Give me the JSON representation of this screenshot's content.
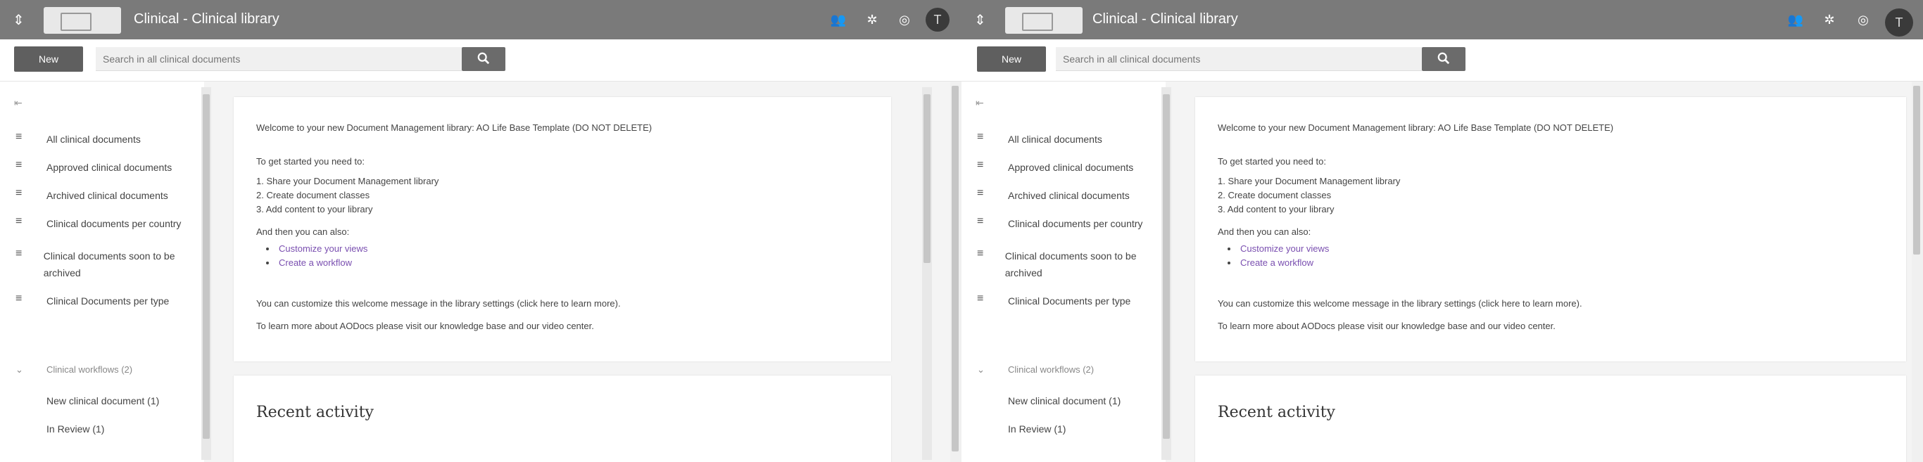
{
  "app": {
    "title": "Clinical - Clinical library",
    "icons": [
      "community-icon",
      "settings-icon",
      "help-icon",
      "user-avatar-icon",
      "upload-icon"
    ],
    "avatar_initial": "T"
  },
  "search": {
    "new_label": "New",
    "placeholder": "Search in all clinical documents"
  },
  "sidebar": {
    "items": [
      {
        "label": "All clinical documents",
        "icon": "list-icon"
      },
      {
        "label": "Approved clinical documents",
        "icon": "list-icon"
      },
      {
        "label": "Archived clinical documents",
        "icon": "list-icon"
      },
      {
        "label": "Clinical documents per country",
        "icon": "list-icon"
      },
      {
        "label": "Clinical documents soon to be archived",
        "icon": "list-icon"
      },
      {
        "label": "Clinical Documents per type",
        "icon": "list-icon"
      }
    ],
    "section_title": "Clinical workflows (2)",
    "sub_items": [
      "New clinical document (1)",
      "In Review (1)"
    ]
  },
  "welcome": {
    "heading": "Welcome to your new Document Management library: AO Life Base Template (DO NOT DELETE)",
    "intro": "To get started you need to:",
    "steps": [
      "1. Share your Document Management library",
      "2. Create document classes",
      "3. Add content to your library"
    ],
    "then": "And then you can also:",
    "extras": [
      "Customize your views",
      "Create a workflow"
    ],
    "customize": "You can customize this welcome message in the library settings (click here to learn more).",
    "learn": "To learn more about AODocs please visit our knowledge base and our video center."
  },
  "recent": {
    "title": "Recent activity"
  },
  "colors": {
    "topbar": "#7a7a7a",
    "accent_link": "#7a4fb0",
    "button": "#5f5f5f"
  }
}
